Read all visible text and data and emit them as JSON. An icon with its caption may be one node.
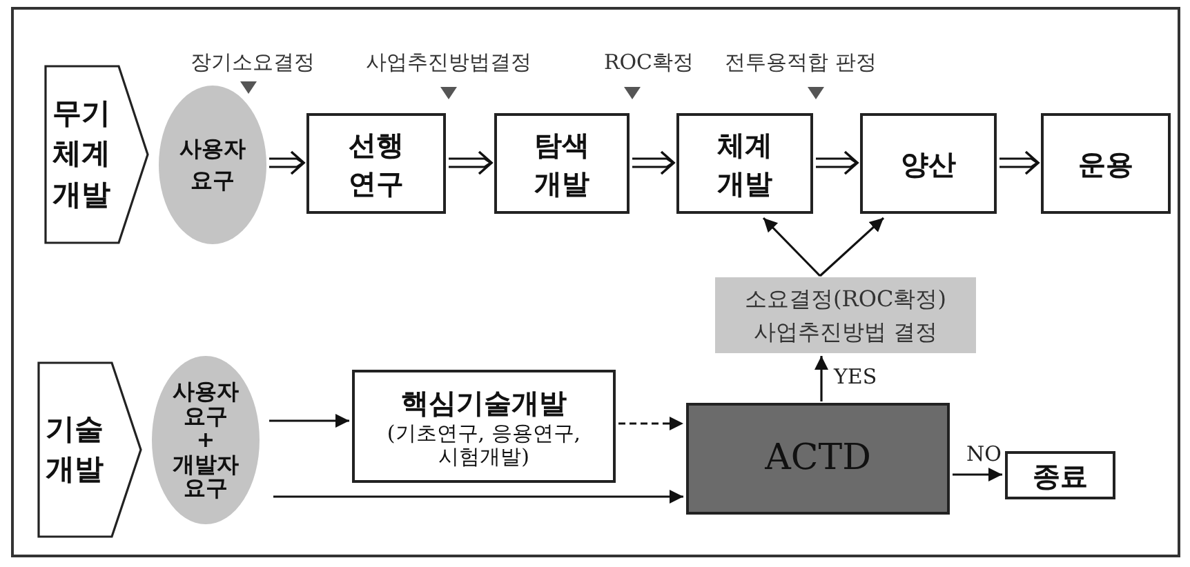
{
  "diagram": {
    "nodes": [
      {
        "text": [
          "무기 체계 개발"
        ]
      },
      {
        "text": [
          "사용자 요구"
        ]
      },
      {
        "text": [
          "선행 연구"
        ]
      },
      {
        "text": [
          "탐색 개발"
        ]
      },
      {
        "text": [
          "체계 개발"
        ]
      },
      {
        "text": [
          "양산"
        ]
      },
      {
        "text": [
          "운용"
        ]
      },
      {
        "text": [
          "기술 개발"
        ]
      },
      {
        "text": [
          "사용자 요구 + 개발자 요구"
        ]
      },
      {
        "text": [
          "핵심기술개발",
          "(기초연구, 응용연구, 시험개발)"
        ]
      },
      {
        "text": [
          "ACTD"
        ]
      },
      {
        "text": [
          "종료"
        ]
      },
      {
        "text": [
          "소요결정(ROC확정) 사업추진방법 결정"
        ]
      }
    ],
    "edges": [
      {
        "from": 1,
        "to": 2,
        "arrow": "to"
      },
      {
        "from": 2,
        "to": 3,
        "arrow": "to"
      },
      {
        "from": 3,
        "to": 4,
        "arrow": "to"
      },
      {
        "from": 4,
        "to": 5,
        "arrow": "to"
      },
      {
        "from": 5,
        "to": 6,
        "arrow": "to"
      },
      {
        "from": 12,
        "to": 4,
        "arrow": "to"
      },
      {
        "from": 12,
        "to": 5,
        "arrow": "to"
      },
      {
        "from": 8,
        "to": 9,
        "arrow": "to"
      },
      {
        "from": 9,
        "to": 10,
        "arrow": "to",
        "style": "dashed"
      },
      {
        "from": 8,
        "to": 10,
        "arrow": "to"
      },
      {
        "from": 10,
        "to": 12,
        "arrow": "to",
        "label": "YES"
      },
      {
        "from": 10,
        "to": 11,
        "arrow": "to",
        "label": "NO"
      }
    ],
    "labels": [
      "장기소요결정",
      "사업추진방법결정",
      "ROC확정",
      "전투용적합 판정"
    ]
  }
}
